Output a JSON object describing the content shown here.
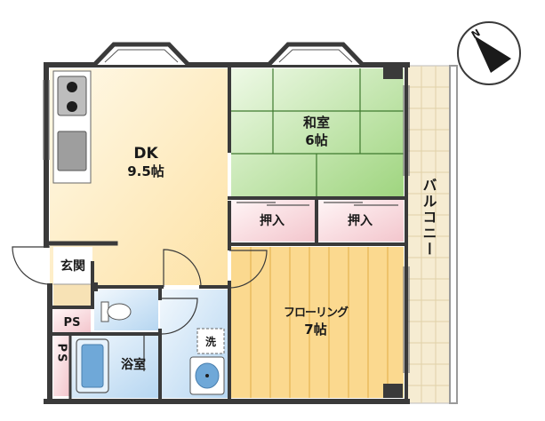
{
  "rooms": {
    "dk": {
      "name": "DK",
      "size": "9.5帖"
    },
    "washitsu": {
      "name": "和室",
      "size": "6帖"
    },
    "flooring": {
      "name": "フローリング",
      "size": "7帖"
    },
    "oshiire_left": {
      "name": "押入"
    },
    "oshiire_right": {
      "name": "押入"
    },
    "genkan": {
      "name": "玄関"
    },
    "ps_top": {
      "name": "PS"
    },
    "ps_bottom": {
      "name": "PS"
    },
    "bathroom": {
      "name": "浴室"
    },
    "washer": {
      "name": "洗"
    },
    "balcony": {
      "name": "バルコニー"
    }
  },
  "colors": {
    "dk_floor": "#fde7b3",
    "dk_floor_light": "#fff6dd",
    "tatami": "#a9dc8e",
    "tatami_light": "#e2f5d6",
    "flooring": "#fbd88a",
    "flooring_line": "#e7b64e",
    "oshiire": "#f7d7dc",
    "wet_area": "#cfe5f7",
    "balcony": "#f6ecd2",
    "wall": "#3a3a3a"
  },
  "compass": {
    "label": "N"
  }
}
